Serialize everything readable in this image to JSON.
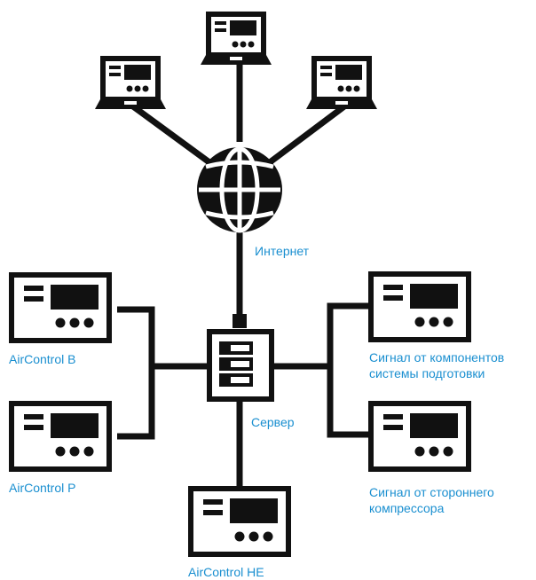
{
  "colors": {
    "line": "#111111",
    "label": "#1a8fd0",
    "background": "#ffffff"
  },
  "labels": {
    "internet": "Интернет",
    "server": "Сервер",
    "aircontrol_b": "AirControl B",
    "aircontrol_p": "AirControl P",
    "aircontrol_he": "AirControl HE",
    "signal_components": "Сигнал от компонентов\nсистемы подготовки",
    "signal_compressor": "Сигнал от стороннего\nкомпрессора"
  },
  "icons": {
    "laptops": [
      "laptop-icon",
      "laptop-icon",
      "laptop-icon"
    ],
    "globe": "globe-icon",
    "server": "server-icon",
    "controllers": [
      "controller-icon",
      "controller-icon",
      "controller-icon",
      "controller-icon",
      "controller-icon"
    ]
  }
}
